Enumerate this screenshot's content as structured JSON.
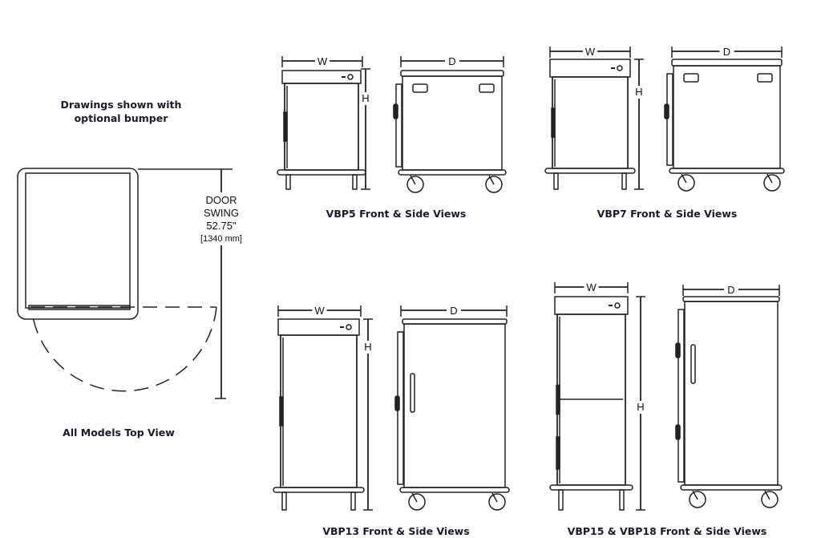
{
  "note": [
    "Drawings shown with",
    "optional bumper"
  ],
  "top_view": {
    "caption": "All Models Top View",
    "door_swing": [
      "DOOR",
      "SWING",
      "52.75\"",
      "[1340 mm]"
    ]
  },
  "dimension_labels": {
    "width": "W",
    "depth": "D",
    "height": "H"
  },
  "views": [
    {
      "caption": "VBP5 Front & Side Views"
    },
    {
      "caption": "VBP7 Front & Side Views"
    },
    {
      "caption": "VBP13 Front & Side Views"
    },
    {
      "caption": "VBP15 & VBP18 Front & Side Views"
    }
  ]
}
